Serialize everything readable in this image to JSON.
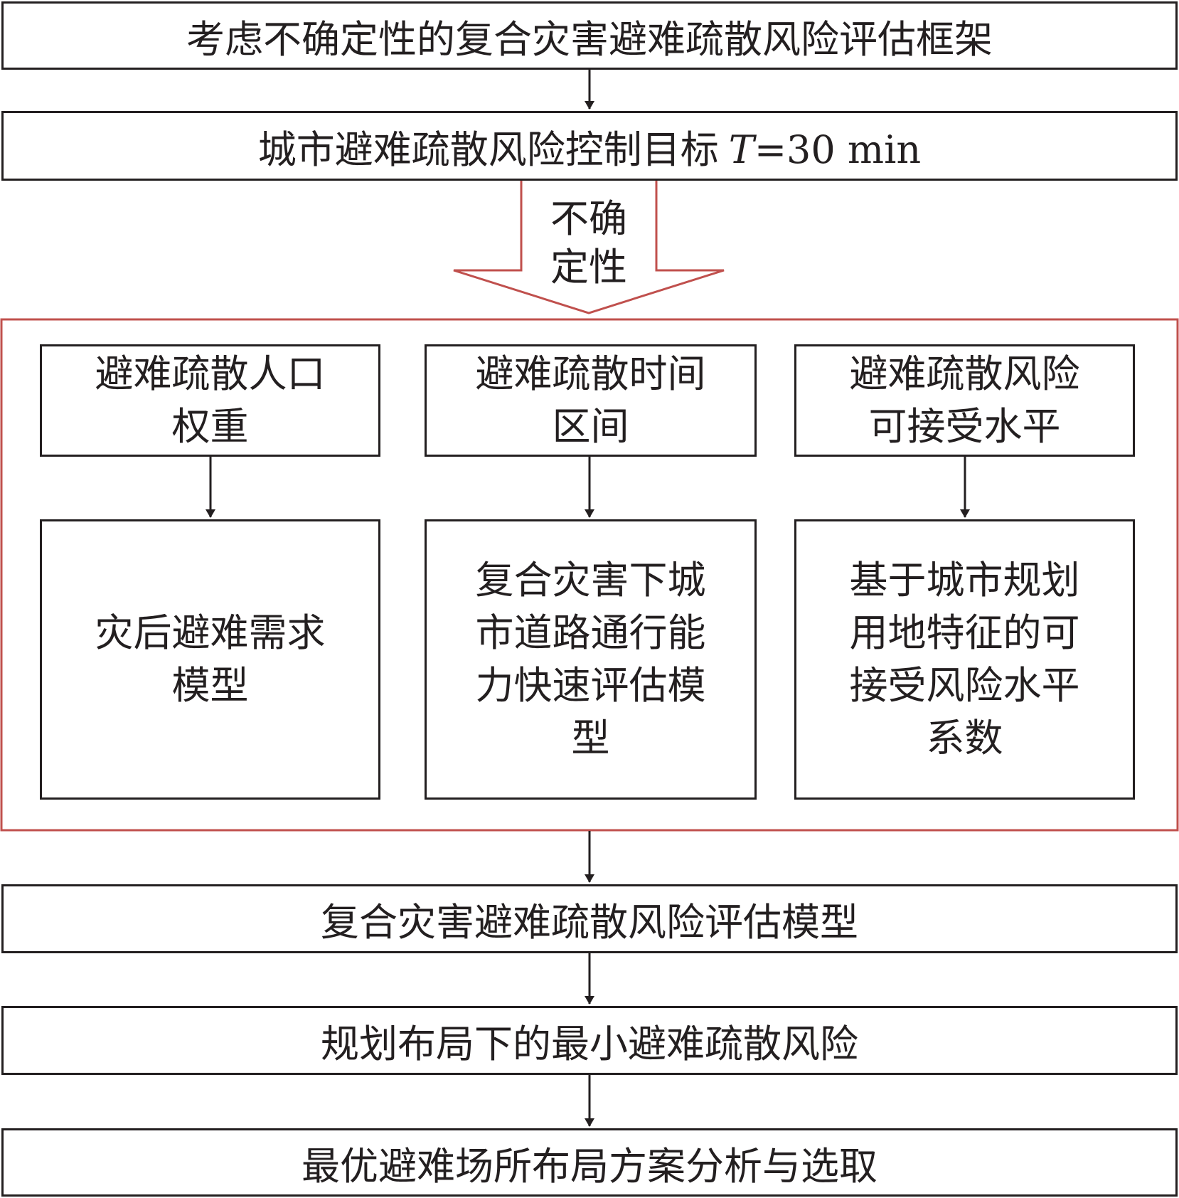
{
  "title_box": "考虑不确定性的复合灾害避难疏散风险评估框架",
  "target_box": {
    "prefix": "城市避难疏散风险控制目标",
    "var": "T",
    "suffix": "=30 min"
  },
  "uncertainty_label": {
    "line1": "不确",
    "line2": "定性"
  },
  "columns": [
    {
      "top": {
        "line1": "避难疏散人口",
        "line2": "权重"
      },
      "bottom": {
        "line1": "灾后避难需求",
        "line2": "模型"
      }
    },
    {
      "top": {
        "line1": "避难疏散时间",
        "line2": "区间"
      },
      "bottom": {
        "line1": "复合灾害下城",
        "line2": "市道路通行能",
        "line3": "力快速评估模",
        "line4": "型"
      }
    },
    {
      "top": {
        "line1": "避难疏散风险",
        "line2": "可接受水平"
      },
      "bottom": {
        "line1": "基于城市规划",
        "line2": "用地特征的可",
        "line3": "接受风险水平",
        "line4": "系数"
      }
    }
  ],
  "model_box": "复合灾害避难疏散风险评估模型",
  "minimum_box": "规划布局下的最小避难疏散风险",
  "final_box": "最优避难场所布局方案分析与选取",
  "colors": {
    "line": "#231f20",
    "accent": "#c0504d"
  }
}
